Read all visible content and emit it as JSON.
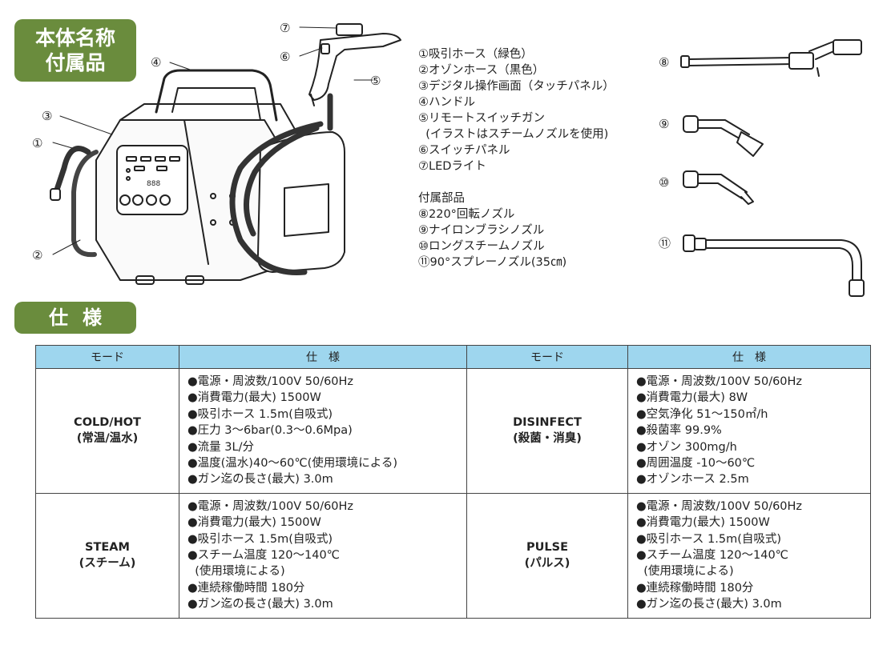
{
  "header_badge": {
    "line1": "本体名称",
    "line2": "付属品"
  },
  "spec_badge": "仕様",
  "callouts": [
    "①",
    "②",
    "③",
    "④",
    "⑤",
    "⑥",
    "⑦",
    "⑧",
    "⑨",
    "⑩",
    "⑪"
  ],
  "parts_list": [
    "①吸引ホース（緑色）",
    "②オゾンホース（黒色）",
    "③デジタル操作画面（タッチパネル）",
    "④ハンドル",
    "⑤リモートスイッチガン",
    "  (イラストはスチームノズルを使用)",
    "⑥スイッチパネル",
    "⑦LEDライト"
  ],
  "accessories_title": "付属部品",
  "accessories": [
    "⑧220°回転ノズル",
    "⑨ナイロンブラシノズル",
    "⑩ロングスチームノズル",
    "⑪90°スプレーノズル(35㎝)"
  ],
  "panel_display": "888",
  "table": {
    "headers": [
      "モード",
      "仕　様",
      "モード",
      "仕　様"
    ],
    "rows": [
      {
        "left_mode": [
          "COLD/HOT",
          "(常温/温水)"
        ],
        "left_specs": [
          "●電源・周波数/100V 50/60Hz",
          "●消費電力(最大) 1500W",
          "●吸引ホース 1.5m(自吸式)",
          "●圧力 3〜6bar(0.3〜0.6Mpa)",
          "●流量 3L/分",
          "●温度(温水)40〜60℃(使用環境による)",
          "●ガン迄の長さ(最大) 3.0m"
        ],
        "right_mode": [
          "DISINFECT",
          "(殺菌・消臭)"
        ],
        "right_specs": [
          "●電源・周波数/100V 50/60Hz",
          "●消費電力(最大) 8W",
          "●空気浄化 51〜150㎡/h",
          "●殺菌率 99.9%",
          "●オゾン 300mg/h",
          "●周囲温度 -10〜60℃",
          "●オゾンホース 2.5m"
        ]
      },
      {
        "left_mode": [
          "STEAM",
          "(スチーム)"
        ],
        "left_specs": [
          "●電源・周波数/100V 50/60Hz",
          "●消費電力(最大) 1500W",
          "●吸引ホース 1.5m(自吸式)",
          "●スチーム温度 120〜140℃",
          "  (使用環境による)",
          "●連続稼働時間 180分",
          "●ガン迄の長さ(最大) 3.0m"
        ],
        "right_mode": [
          "PULSE",
          "(パルス)"
        ],
        "right_specs": [
          "●電源・周波数/100V 50/60Hz",
          "●消費電力(最大) 1500W",
          "●吸引ホース 1.5m(自吸式)",
          "●スチーム温度 120〜140℃",
          "  (使用環境による)",
          "●連続稼働時間 180分",
          "●ガン迄の長さ(最大) 3.0m"
        ]
      }
    ]
  },
  "colors": {
    "badge": "#6a8c3d",
    "table_header": "#9ed6ee",
    "line": "#222222"
  }
}
